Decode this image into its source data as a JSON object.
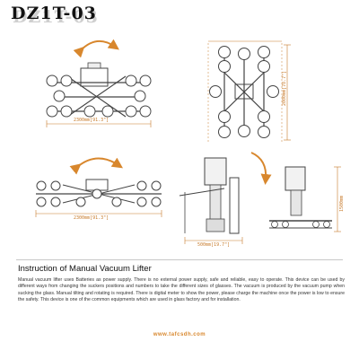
{
  "product": {
    "model": "DZ1T-03"
  },
  "dimensions": {
    "top_width": "2300mm[91.3\"]",
    "side_height": "2000mm[78.7\"]",
    "middle_width": "2300mm[91.3\"]",
    "right_height": "1500mm",
    "right_base": "500mm[19.7\"]"
  },
  "instructions": {
    "title": "Instruction of Manual Vacuum Lifter",
    "body": "Manual vacuum lifter uses Batteries as power supply. There is no external power supply, safe and reliable, easy to operate. This device can be used by different ways from changing the suckers positions and numbers to take the different sizes of glasses. The vacuum is produced by the vacuum pump when sucking the glass. Manual tilting and rotating is required. There is digital meter to show the power, please charge the machine once the power is low to ensure the safety.  This device is one of the common equipments which are used in glass factory and for installation."
  },
  "footer": {
    "website": "www.tafcsdh.com"
  },
  "colors": {
    "accent": "#d8872d",
    "line": "#444444",
    "dimension": "#c77a2a"
  }
}
